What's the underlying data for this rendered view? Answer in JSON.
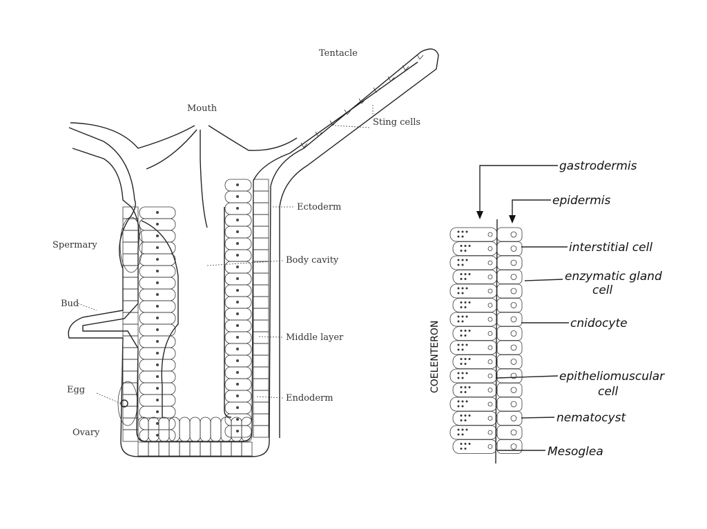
{
  "left_diagram": {
    "labels": {
      "tentacle": "Tentacle",
      "mouth": "Mouth",
      "sting_cells": "Sting cells",
      "ectoderm": "Ectoderm",
      "spermary": "Spermary",
      "body_cavity": "Body cavity",
      "bud": "Bud",
      "middle_layer": "Middle layer",
      "egg": "Egg",
      "endoderm": "Endoderm",
      "ovary": "Ovary"
    }
  },
  "right_diagram": {
    "labels": {
      "gastrodermis": "gastrodermis",
      "epidermis": "epidermis",
      "interstitial_cell": "interstitial cell",
      "enzymatic_gland_cell_1": "enzymatic gland",
      "enzymatic_gland_cell_2": "cell",
      "cnidocyte": "cnidocyte",
      "epitheliomuscular_cell_1": "epitheliomuscular",
      "epitheliomuscular_cell_2": "cell",
      "nematocyst": "nematocyst",
      "mesoglea": "Mesoglea",
      "coelenteron": "COELENTERON"
    }
  }
}
